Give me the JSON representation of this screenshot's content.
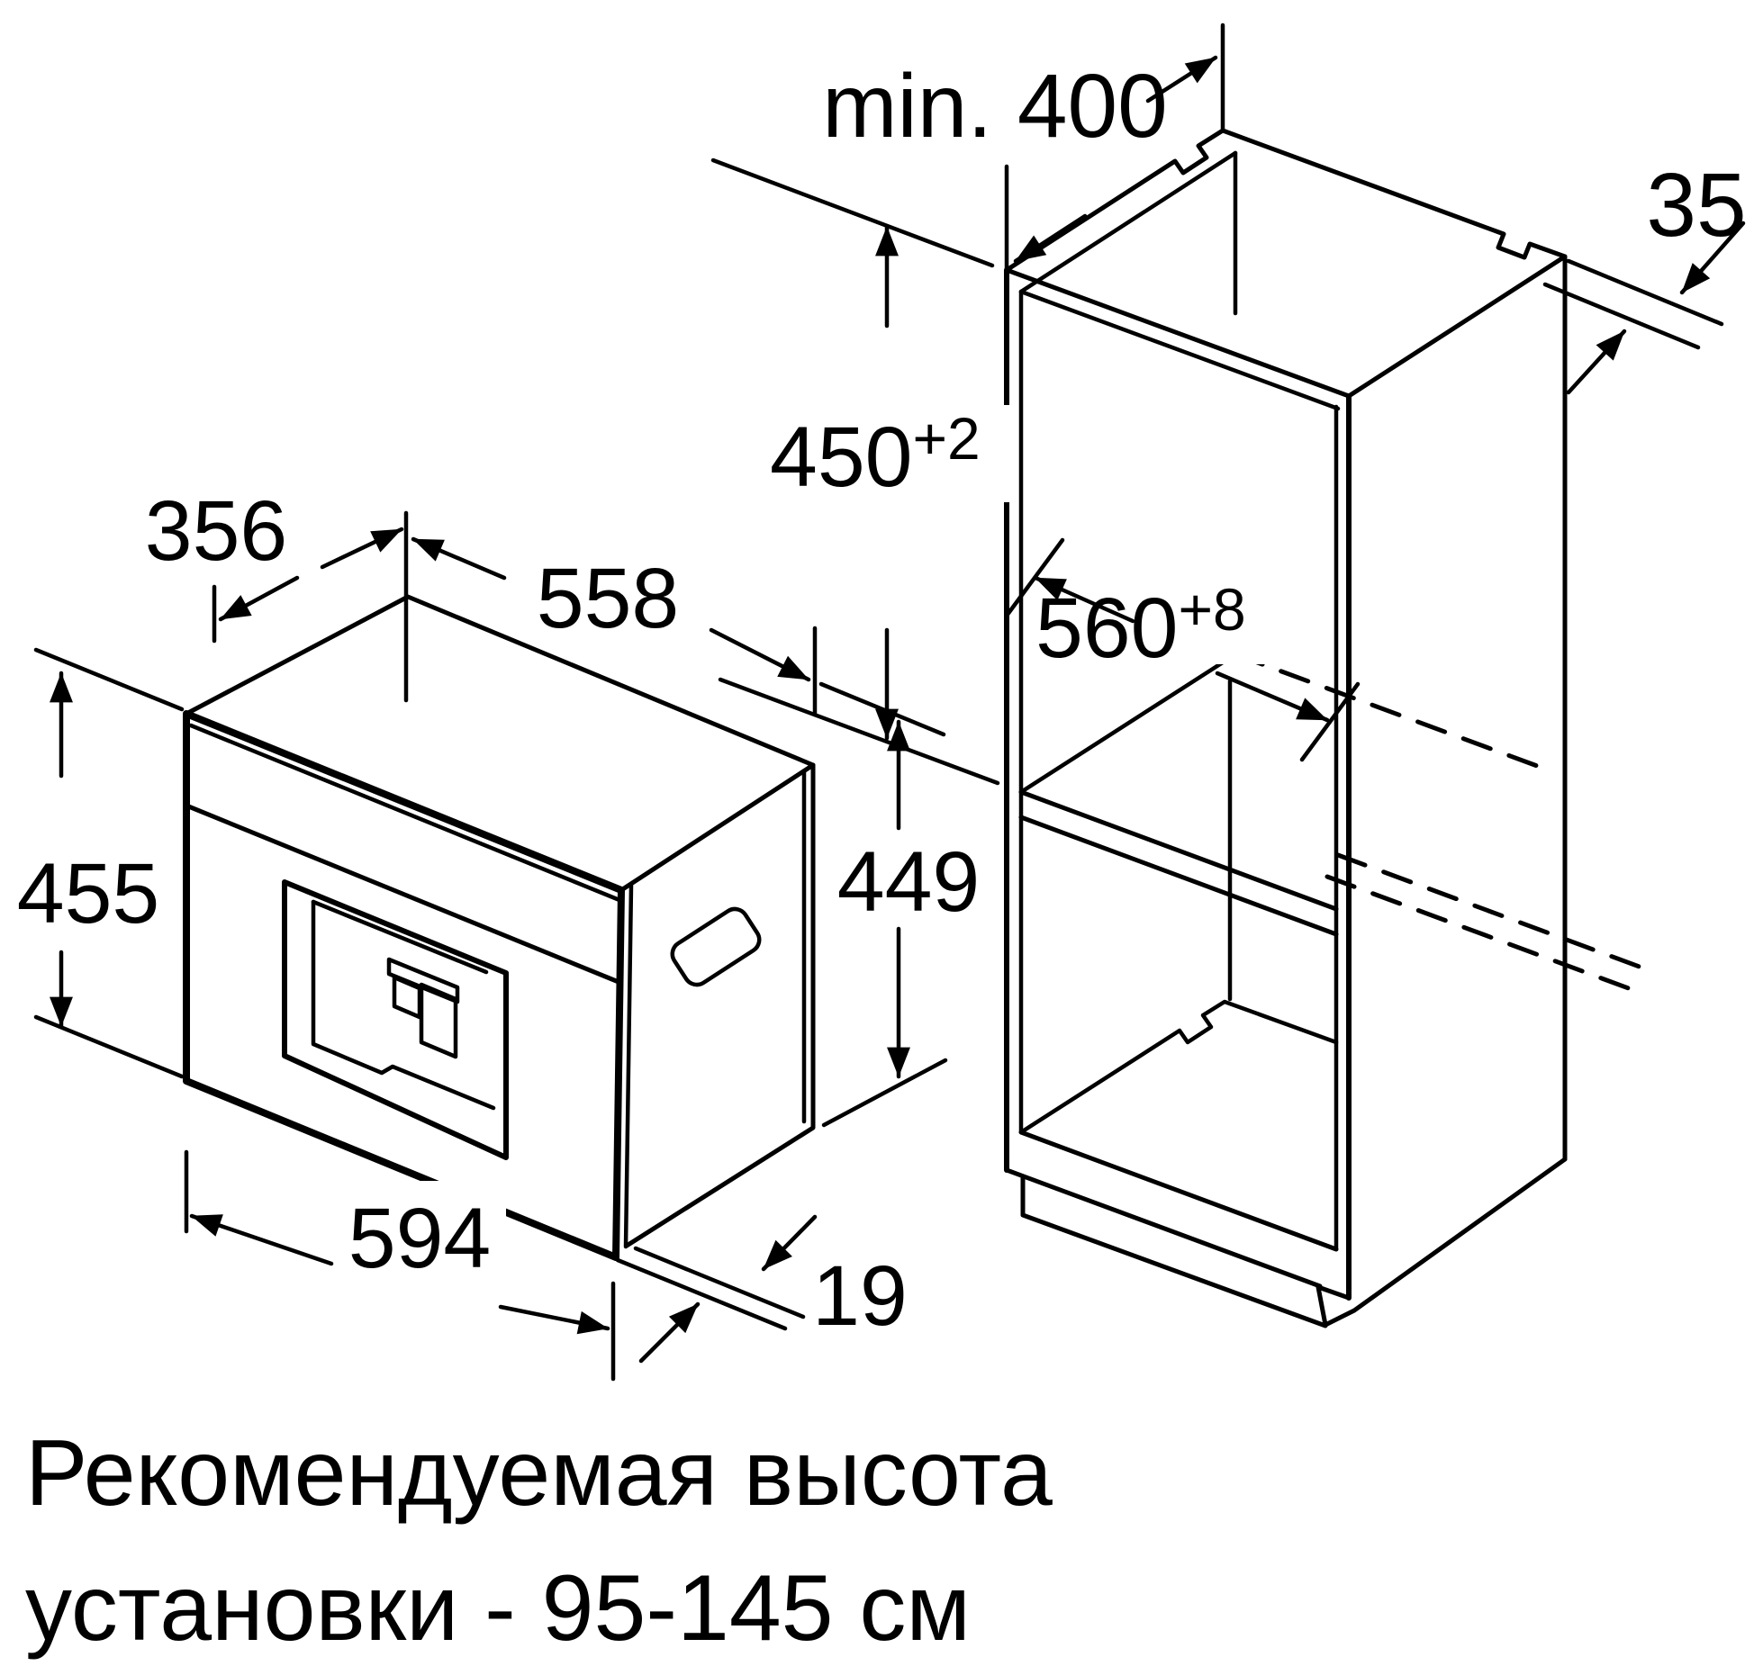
{
  "diagram_title": "appliance-installation-diagram",
  "appliance_dims": {
    "depth": "356",
    "top_width": "558",
    "front_height": "455",
    "body_height": "449",
    "front_width": "594",
    "door_thickness": "19"
  },
  "cabinet_dims": {
    "top_clearance": "min. 400",
    "rear_gap": "35",
    "niche_height": {
      "main": "450",
      "sup": "+2"
    },
    "niche_depth": {
      "main": "560",
      "sup": "+8"
    }
  },
  "note": {
    "line1": "Рекомендуемая высота",
    "line2": "установки - 95-145 см"
  },
  "colors": {
    "line": "#000000",
    "background": "#ffffff"
  }
}
